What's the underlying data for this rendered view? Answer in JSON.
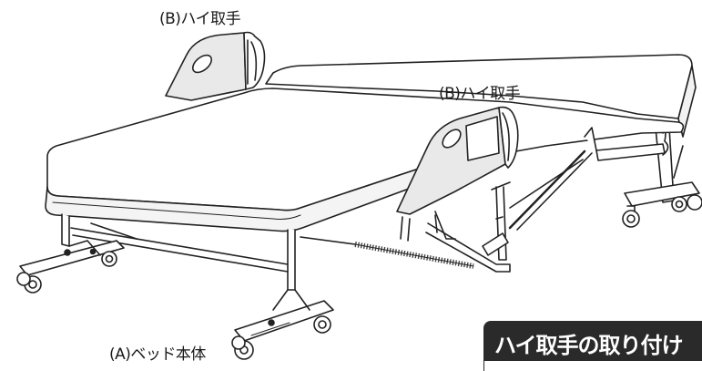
{
  "labels": {
    "handle_left": "(B)ハイ取手",
    "handle_right": "(B)ハイ取手",
    "bed_body": "(A)ベッド本体"
  },
  "section": {
    "title": "ハイ取手の取り付け"
  },
  "colors": {
    "line": "#222222",
    "fill": "#ffffff",
    "shade": "#e9e9e9",
    "header_bg": "#2a2a2a"
  }
}
